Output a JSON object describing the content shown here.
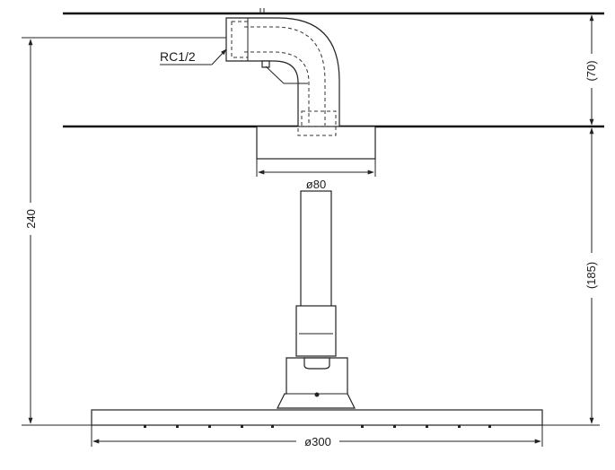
{
  "drawing": {
    "labels": {
      "thread": "RC1/2",
      "flange_diameter": "ø80",
      "head_diameter": "ø300",
      "total_height": "240",
      "ceiling_thickness": "(70)",
      "drop_length": "(185)"
    },
    "colors": {
      "line": "#222222",
      "background": "#ffffff"
    }
  }
}
